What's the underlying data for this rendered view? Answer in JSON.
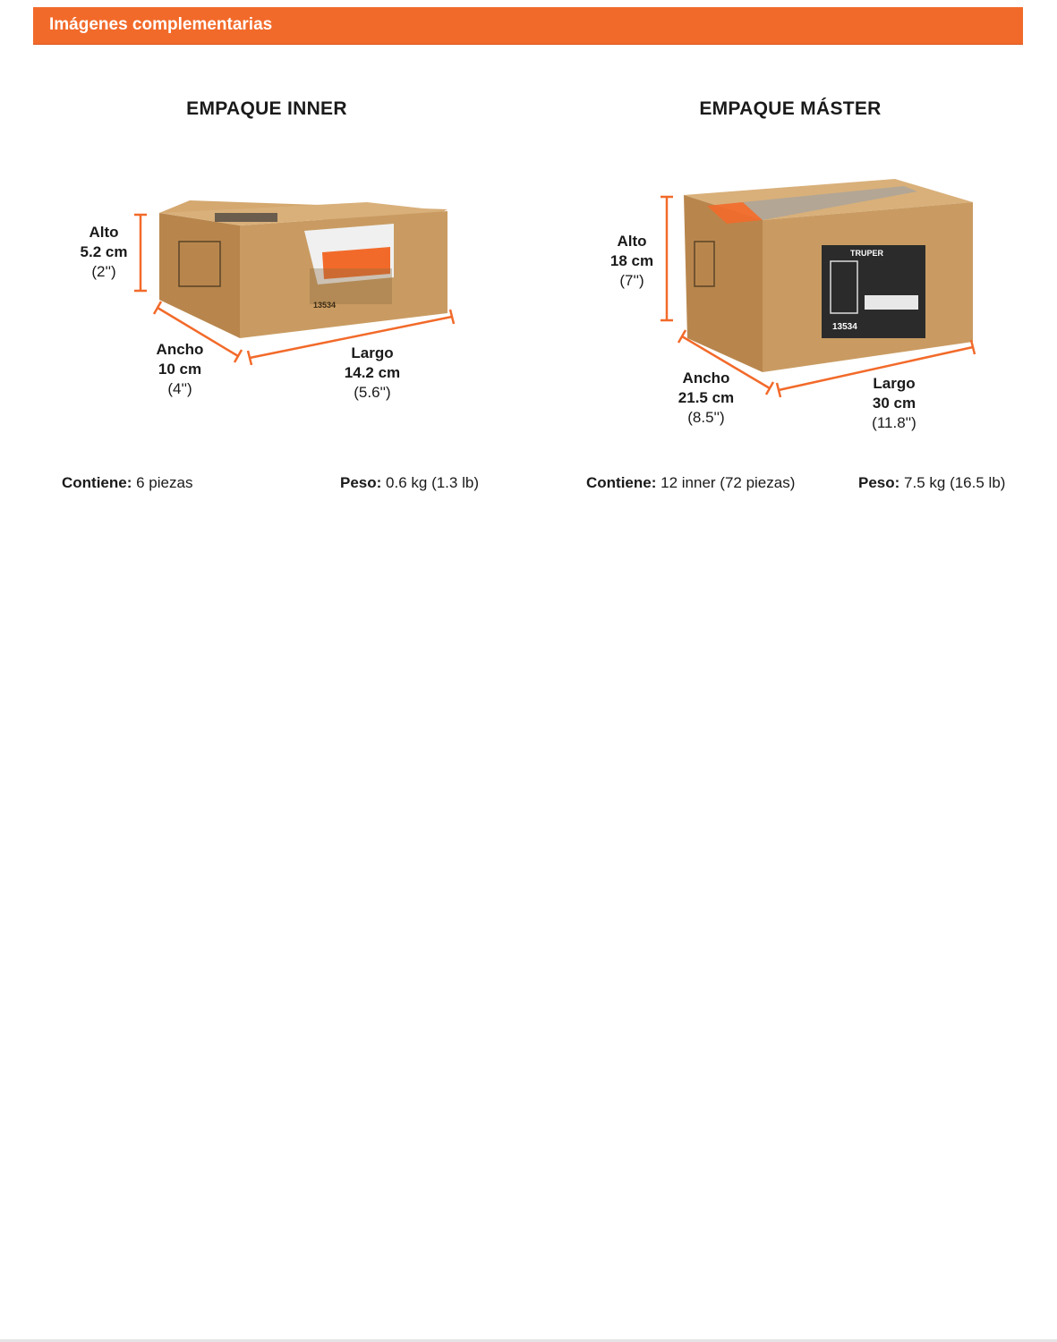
{
  "header": {
    "title": "Imágenes complementarias"
  },
  "inner": {
    "title": "EMPAQUE INNER",
    "alto": {
      "label": "Alto",
      "value": "5.2 cm",
      "inches": "(2'')"
    },
    "ancho": {
      "label": "Ancho",
      "value": "10 cm",
      "inches": "(4'')"
    },
    "largo": {
      "label": "Largo",
      "value": "14.2 cm",
      "inches": "(5.6'')"
    },
    "box_code": "13534",
    "contains_label": "Contiene:",
    "contains_value": "6 piezas",
    "weight_label": "Peso:",
    "weight_value": "0.6 kg (1.3 lb)"
  },
  "master": {
    "title": "EMPAQUE MÁSTER",
    "alto": {
      "label": "Alto",
      "value": "18 cm",
      "inches": "(7'')"
    },
    "ancho": {
      "label": "Ancho",
      "value": "21.5 cm",
      "inches": "(8.5'')"
    },
    "largo": {
      "label": "Largo",
      "value": "30 cm",
      "inches": "(11.8'')"
    },
    "box_code": "13534",
    "brand": "TRUPER",
    "contains_label": "Contiene:",
    "contains_value": "12 inner (72 piezas)",
    "weight_label": "Peso:",
    "weight_value": "7.5 kg (16.5 lb)"
  },
  "colors": {
    "accent": "#f26a2a",
    "cardboard": "#c79a62",
    "cardboard_dark": "#a67a46"
  }
}
